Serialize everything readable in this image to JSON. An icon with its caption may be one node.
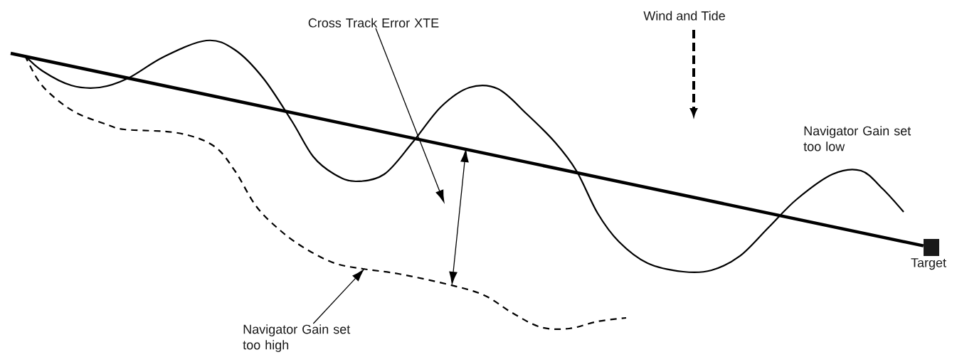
{
  "diagram": {
    "nodes": [
      {
        "text": [
          "Cross Track Error XTE"
        ]
      },
      {
        "text": [
          "Navigator Gain set too high"
        ]
      },
      {
        "text": [
          "Target"
        ]
      }
    ],
    "edges": [
      {
        "from": 0,
        "to": null,
        "arrow": "to"
      },
      {
        "from": 1,
        "to": null,
        "arrow": "to"
      },
      {
        "from": null,
        "to": 2,
        "arrow": "none",
        "style": "thick"
      }
    ],
    "labels": [
      "Wind and Tide",
      "Navigator Gain set too low"
    ]
  }
}
